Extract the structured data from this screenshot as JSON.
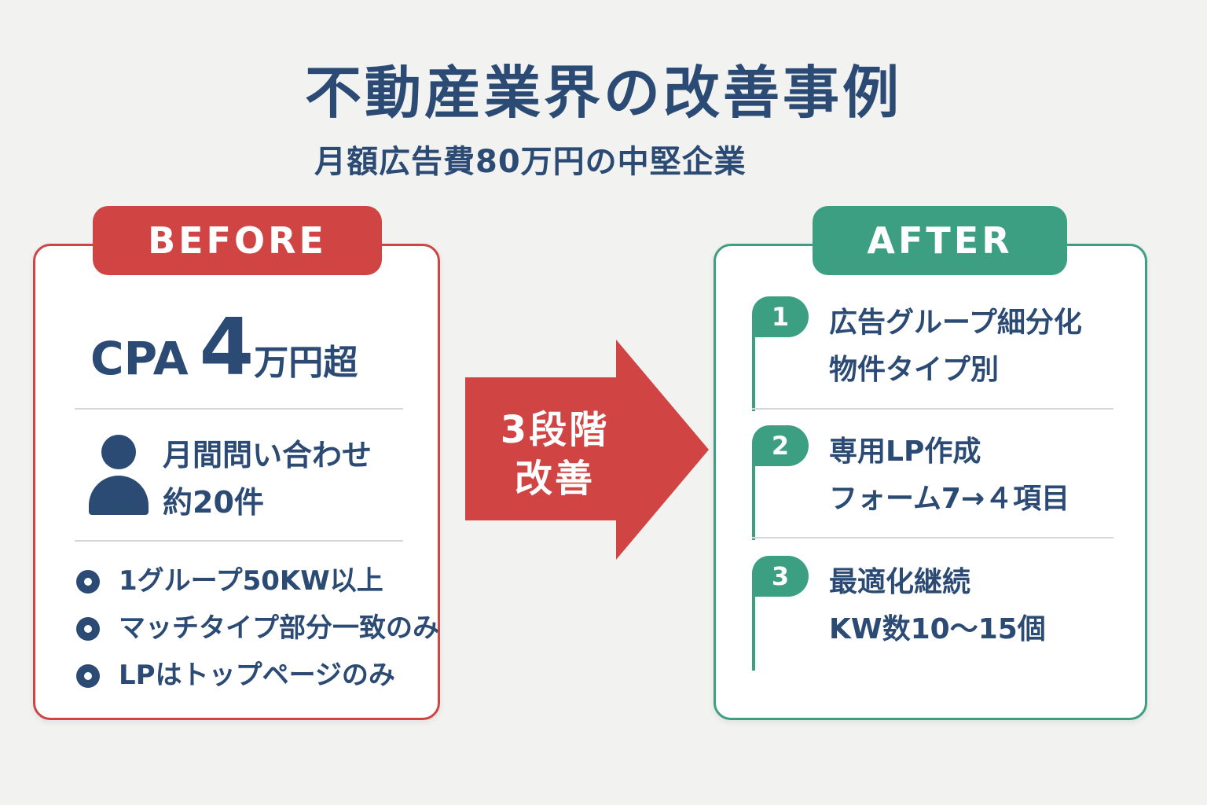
{
  "title": "不動産業界の改善事例",
  "subtitle": "月額広告費80万円の中堅企業",
  "colors": {
    "before": "#d04444",
    "after": "#3d9f82",
    "text": "#2b4a74",
    "background": "#f2f2f1"
  },
  "before": {
    "label": "BEFORE",
    "cpa_label": "CPA",
    "cpa_number": "4",
    "cpa_unit": "万円超",
    "inquiry_line1": "月間問い合わせ",
    "inquiry_line2": "約20件",
    "bullets": [
      "1グループ50KW以上",
      "マッチタイプ部分一致のみ",
      "LPはトップページのみ"
    ]
  },
  "arrow": {
    "line1": "3段階",
    "line2": "改善"
  },
  "after": {
    "label": "AFTER",
    "steps": [
      {
        "number": "1",
        "line1": "広告グループ細分化",
        "line2": "物件タイプ別"
      },
      {
        "number": "2",
        "line1": "専用LP作成",
        "line2": "フォーム7→４項目"
      },
      {
        "number": "3",
        "line1": "最適化継続",
        "line2": "KW数10～15個"
      }
    ]
  }
}
